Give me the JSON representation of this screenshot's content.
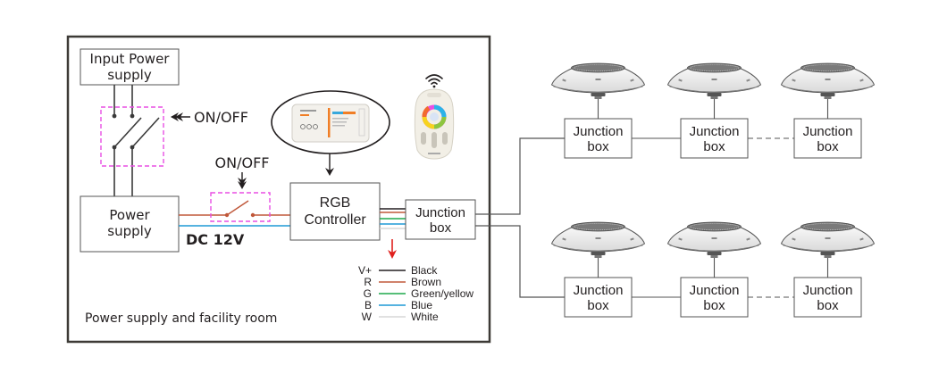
{
  "facility_room": {
    "caption": "Power supply and facility room",
    "input_power_supply": {
      "line1": "Input Power",
      "line2": "supply"
    },
    "main_switch_label": "ON/OFF",
    "secondary_switch_label": "ON/OFF",
    "power_supply": {
      "line1": "Power",
      "line2": "supply"
    },
    "voltage_label": "DC 12V",
    "rgb_controller": {
      "line1": "RGB",
      "line2": "Controller"
    },
    "junction_box": {
      "line1": "Junction",
      "line2": "box"
    },
    "controller_device_icon": "rgb-controller-device",
    "remote_icon": "rgb-touch-remote",
    "wireless_icon": "wifi-signal"
  },
  "wire_legend": [
    {
      "code": "V+",
      "color_name": "Black",
      "color": "#231f20"
    },
    {
      "code": "R",
      "color_name": "Brown",
      "color": "#c0583a"
    },
    {
      "code": "G",
      "color_name": "Green/yellow",
      "color": "#1fa84b"
    },
    {
      "code": "B",
      "color_name": "Blue",
      "color": "#1e9ad6"
    },
    {
      "code": "W",
      "color_name": "White",
      "color": "#d7d7d7"
    }
  ],
  "colors": {
    "frame": "#3d3a36",
    "switch_box": "#e84fe3",
    "arrow_red": "#e0201d",
    "line": "#5a5a5a"
  },
  "pool_lights": {
    "rows": [
      {
        "junction_boxes": [
          {
            "line1": "Junction",
            "line2": "box"
          },
          {
            "line1": "Junction",
            "line2": "box"
          },
          {
            "line1": "Junction",
            "line2": "box"
          }
        ]
      },
      {
        "junction_boxes": [
          {
            "line1": "Junction",
            "line2": "box"
          },
          {
            "line1": "Junction",
            "line2": "box"
          },
          {
            "line1": "Junction",
            "line2": "box"
          }
        ]
      }
    ],
    "light_icon": "pool-light-fixture"
  }
}
